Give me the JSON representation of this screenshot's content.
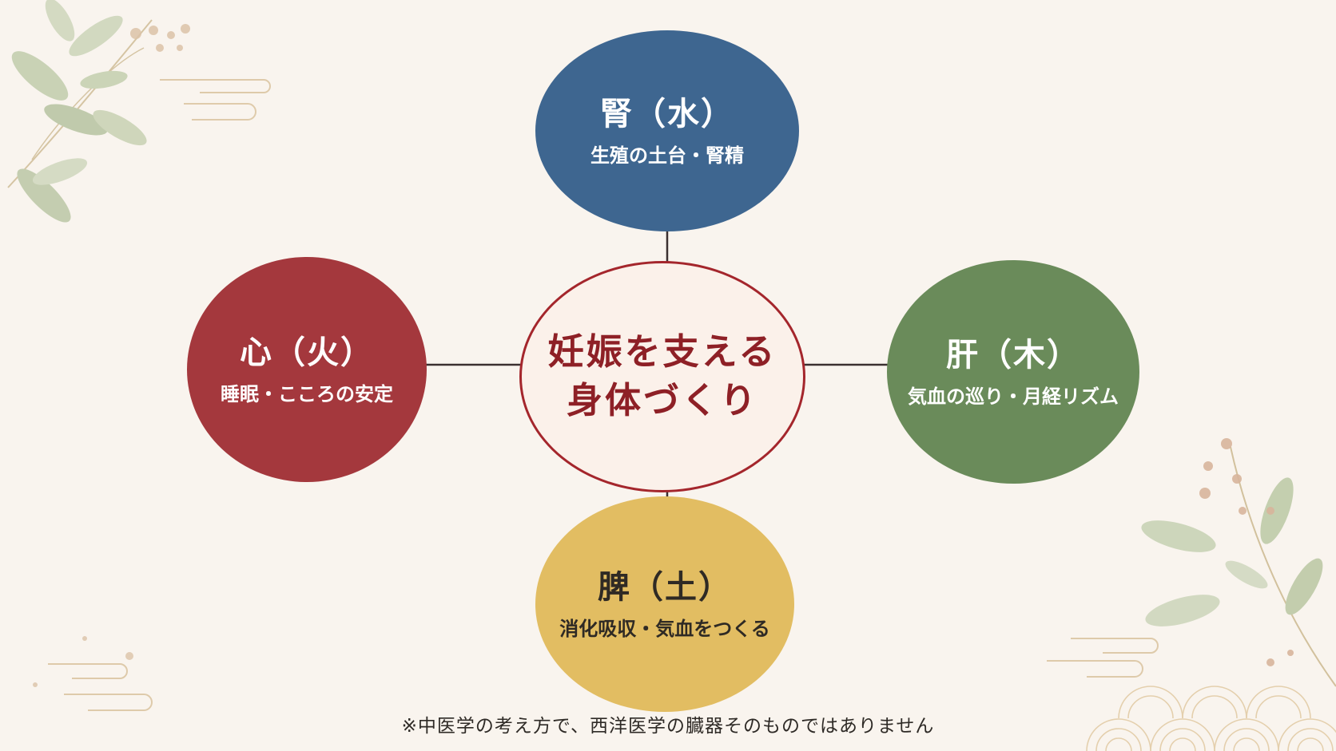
{
  "colors": {
    "background": "#f9f4ee",
    "kidney": "#3e6690",
    "heart": "#a4383d",
    "liver": "#6a8b5a",
    "spleen": "#e2bd62",
    "center_border": "#a4262c",
    "center_text": "#8e2026",
    "connector": "#3b3030"
  },
  "center": {
    "line1": "妊娠を支える",
    "line2": "身体づくり"
  },
  "nodes": {
    "kidney": {
      "title": "腎（水）",
      "subtitle": "生殖の土台・腎精"
    },
    "heart": {
      "title": "心（火）",
      "subtitle": "睡眠・こころの安定"
    },
    "liver": {
      "title": "肝（木）",
      "subtitle": "気血の巡り・月経リズム"
    },
    "spleen": {
      "title": "脾（土）",
      "subtitle": "消化吸収・気血をつくる"
    }
  },
  "footnote": "※中医学の考え方で、西洋医学の臓器そのものではありません",
  "decorations": [
    "leaf-branch-icon",
    "berry-sprig-icon",
    "cloud-swirl-icon",
    "wave-pattern-icon"
  ]
}
